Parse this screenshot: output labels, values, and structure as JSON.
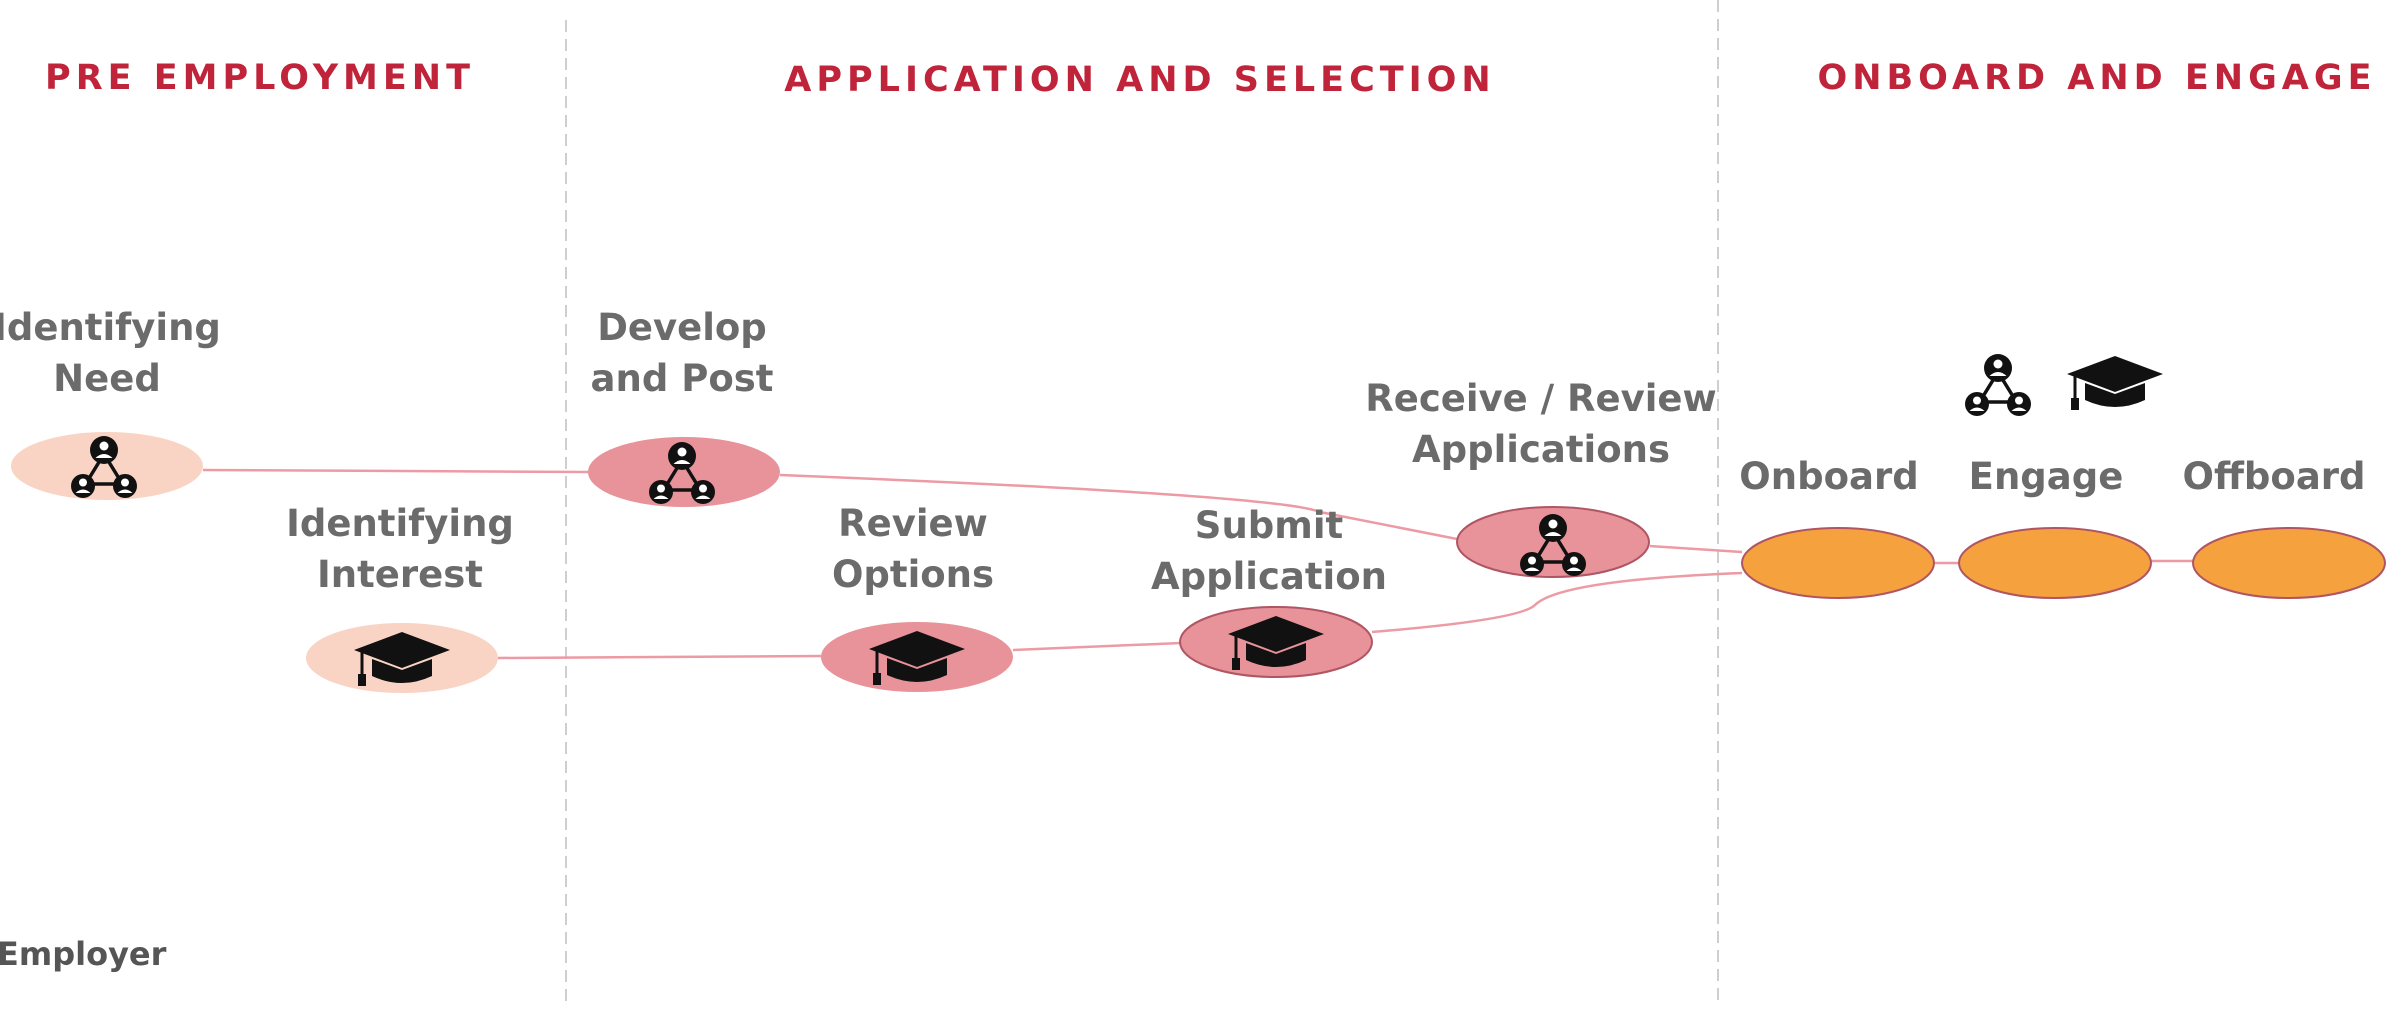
{
  "phases": [
    {
      "id": "pre-employment",
      "title": "PRE EMPLOYMENT"
    },
    {
      "id": "application-and-selection",
      "title": "APPLICATION AND SELECTION"
    },
    {
      "id": "onboard-and-engage",
      "title": "ONBOARD AND ENGAGE"
    }
  ],
  "steps": [
    {
      "id": "identifying-need",
      "label_lines": [
        "Identifying",
        "Need"
      ],
      "icon": "people-network-icon",
      "fill": "#f9d4c4",
      "stroke": "#f9d4c4"
    },
    {
      "id": "identifying-interest",
      "label_lines": [
        "Identifying",
        "Interest"
      ],
      "icon": "graduation-cap-icon",
      "fill": "#f9d4c4",
      "stroke": "#f9d4c4"
    },
    {
      "id": "develop-and-post",
      "label_lines": [
        "Develop",
        "and Post"
      ],
      "icon": "people-network-icon",
      "fill": "#e8929a",
      "stroke": "#e8929a"
    },
    {
      "id": "review-options",
      "label_lines": [
        "Review",
        "Options"
      ],
      "icon": "graduation-cap-icon",
      "fill": "#e8929a",
      "stroke": "#e8929a"
    },
    {
      "id": "submit-application",
      "label_lines": [
        "Submit",
        "Application"
      ],
      "icon": "graduation-cap-icon",
      "fill": "#e8929a",
      "stroke": "#b05563"
    },
    {
      "id": "receive-review-applications",
      "label_lines": [
        "Receive / Review",
        "Applications"
      ],
      "icon": "people-network-icon",
      "fill": "#e8929a",
      "stroke": "#b05563"
    },
    {
      "id": "onboard",
      "label_lines": [
        "Onboard"
      ],
      "icon": "",
      "fill": "#f5a23e",
      "stroke": "#b05563"
    },
    {
      "id": "engage",
      "label_lines": [
        "Engage"
      ],
      "icon": "",
      "fill": "#f5a23e",
      "stroke": "#b05563"
    },
    {
      "id": "offboard",
      "label_lines": [
        "Offboard"
      ],
      "icon": "",
      "fill": "#f5a23e",
      "stroke": "#b05563"
    }
  ],
  "shared_icons": [
    "people-network-icon",
    "graduation-cap-icon"
  ],
  "legend": {
    "employer_label": "Employer"
  },
  "colors": {
    "phase_title": "#c0243a",
    "step_label": "#6b6b6b",
    "connector": "#ec9aa4",
    "divider": "#cfcfcf",
    "light_node": "#f9d4c4",
    "mid_node": "#e8929a",
    "final_node": "#f5a23e",
    "node_outline": "#b05563"
  }
}
